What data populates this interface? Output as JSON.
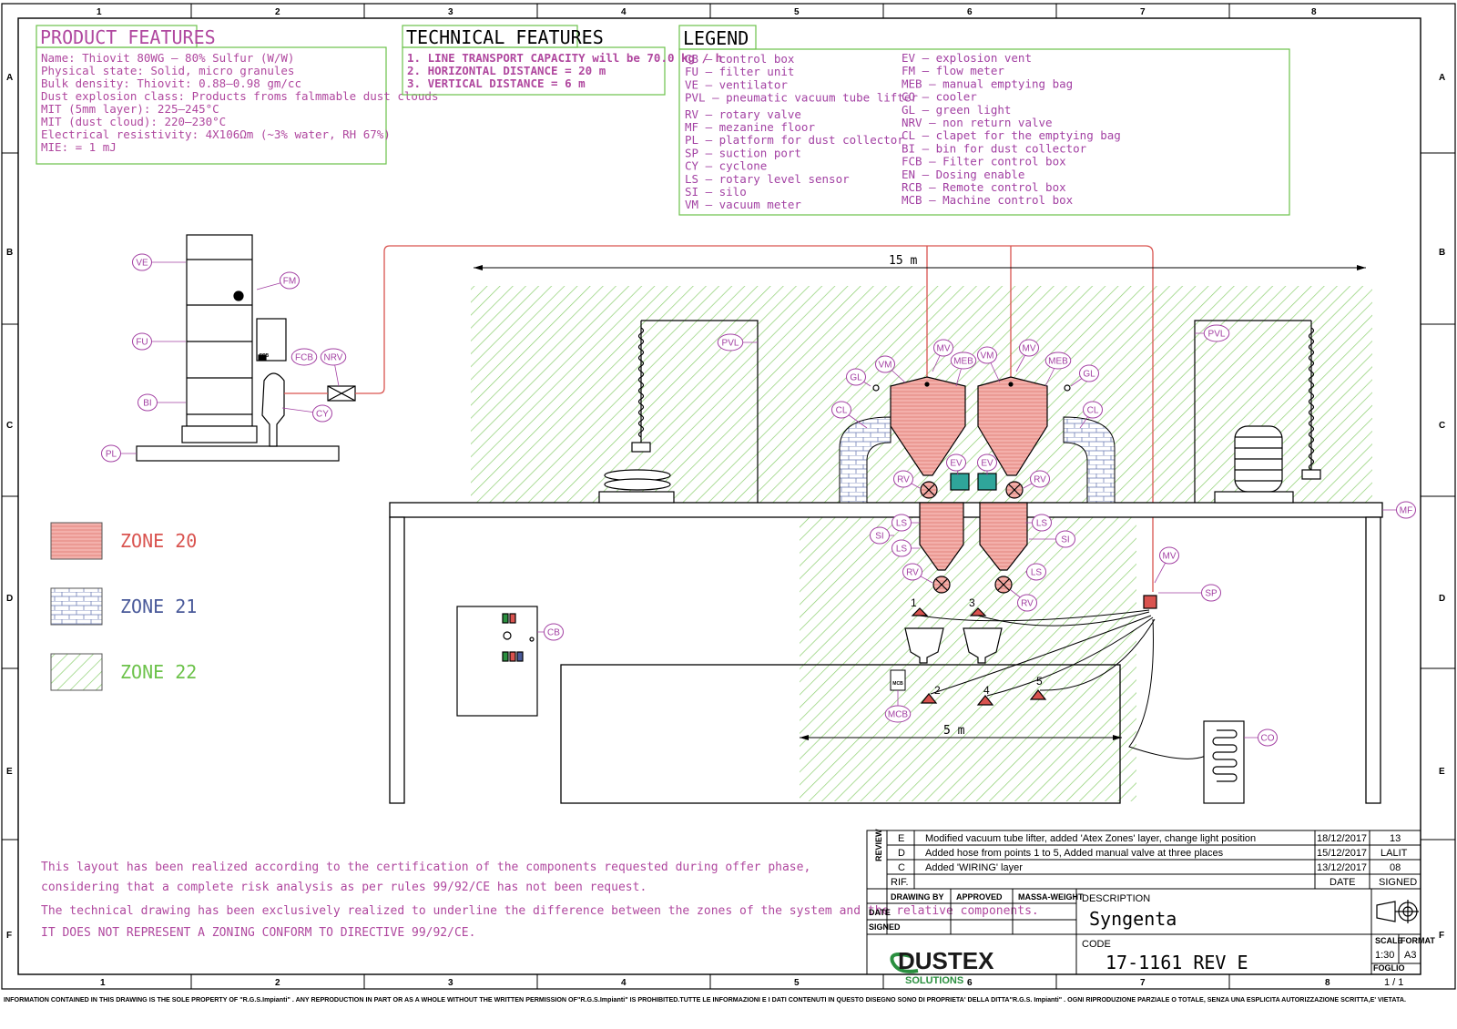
{
  "grid": {
    "columns": [
      "1",
      "2",
      "3",
      "4",
      "5",
      "6",
      "7",
      "8"
    ],
    "rows": [
      "A",
      "B",
      "C",
      "D",
      "E",
      "F"
    ]
  },
  "product_features": {
    "title": "PRODUCT FEATURES",
    "lines": [
      "Name: Thiovit 80WG – 80% Sulfur (W/W)",
      "Physical state: Solid, micro granules",
      "Bulk density: Thiovit: 0.88–0.98 gm/cc",
      "Dust explosion class: Products froms falmmable dust clouds",
      "MIT (5mm layer): 225–245°C",
      "MIT (dust cloud): 220–230°C",
      "Electrical resistivity: 4X106Ωm (~3% water, RH 67%)",
      "MIE: = 1 mJ"
    ]
  },
  "technical_features": {
    "title": "TECHNICAL FEATURES",
    "lines": [
      "1. LINE TRANSPORT CAPACITY will be 70.0 kg / h",
      "2. HORIZONTAL DISTANCE = 20 m",
      "3. VERTICAL DISTANCE = 6 m"
    ]
  },
  "legend": {
    "title": "LEGEND",
    "col1": [
      "CB – control box",
      "FU – filter unit",
      "VE – ventilator",
      "PVL – pneumatic vacuum tube lifter",
      "RV – rotary valve",
      "MF – mezanine floor",
      "PL – platform for dust collector",
      "SP – suction port",
      "CY – cyclone",
      "LS – rotary level sensor",
      "SI – silo",
      "VM – vacuum meter"
    ],
    "col2": [
      "EV – explosion vent",
      "FM – flow meter",
      "MEB – manual emptying bag",
      "CO – cooler",
      "GL – green light",
      "NRV – non return valve",
      "CL – clapet for the emptying bag",
      "BI – bin for dust collector",
      "FCB – Filter control box",
      "EN – Dosing enable",
      "RCB – Remote control box",
      "MCB – Machine control box"
    ]
  },
  "zones": [
    {
      "label": "ZONE 20",
      "color": "#d9534f"
    },
    {
      "label": "ZONE 21",
      "color": "#4a5a9a"
    },
    {
      "label": "ZONE 22",
      "color": "#6cc24a"
    }
  ],
  "dimensions": {
    "top": "15 m",
    "bottom": "5 m"
  },
  "point_numbers": [
    "1",
    "2",
    "3",
    "4",
    "5"
  ],
  "tags": {
    "ve": "VE",
    "fm": "FM",
    "fu": "FU",
    "fcb": "FCB",
    "nrv": "NRV",
    "bi": "BI",
    "cy": "CY",
    "pl": "PL",
    "pvl1": "PVL",
    "pvl2": "PVL",
    "vm1": "VM",
    "vm2": "VM",
    "mv1": "MV",
    "mv2": "MV",
    "mv3": "MV",
    "meb1": "MEB",
    "meb2": "MEB",
    "gl1": "GL",
    "gl2": "GL",
    "cl1": "CL",
    "cl2": "CL",
    "ev1": "EV",
    "ev2": "EV",
    "rv1": "RV",
    "rv2": "RV",
    "rv3": "RV",
    "rv4": "RV",
    "ls1": "LS",
    "ls2": "LS",
    "ls3": "LS",
    "ls4": "LS",
    "si1": "SI",
    "si2": "SI",
    "mf": "MF",
    "sp": "SP",
    "cb": "CB",
    "mcb": "MCB",
    "co": "CO",
    "fcb_small": "FCB",
    "mcb_small": "MCB"
  },
  "notes": [
    "This layout has been realized according to the certification of the components requested during offer phase,",
    "considering that a complete risk analysis as per rules 99/92/CE has not been request.",
    "The technical drawing has been exclusively realized to underline the difference between the zones of the system and the relative components.",
    "IT DOES NOT REPRESENT A ZONING CONFORM TO DIRECTIVE 99/92/CE."
  ],
  "title_block": {
    "review_label": "REVIEW",
    "revisions": [
      {
        "rev": "E",
        "text": "Modified vacuum tube lifter, added 'Atex Zones' layer, change light position",
        "date": "18/12/2017",
        "signed": "13"
      },
      {
        "rev": "D",
        "text": "Added hose from points 1 to 5, Added manual valve at three places",
        "date": "15/12/2017",
        "signed": "LALIT"
      },
      {
        "rev": "C",
        "text": "Added 'WIRING' layer",
        "date": "13/12/2017",
        "signed": "08"
      }
    ],
    "rif_label": "RIF.",
    "date_label": "DATE",
    "signed_label": "SIGNED",
    "drawing_by": "DRAWING BY",
    "approved": "APPROVED",
    "massa": "MASSA-WEIGHT",
    "date_row": "DATE",
    "signed_row": "SIGNED",
    "description_label": "DESCRIPTION",
    "description": "Syngenta",
    "code_label": "CODE",
    "code": "17-1161 REV E",
    "scale_label": "SCALE",
    "scale": "1:30",
    "format_label": "FORMAT",
    "format": "A3",
    "foglio_label": "FOGLIO",
    "foglio": "1 / 1",
    "logo_main": "DUSTEX",
    "logo_sub": "SOLUTIONS"
  },
  "footer": "INFORMATION CONTAINED IN THIS DRAWING IS THE SOLE PROPERTY OF  \"R.G.S.Impianti\" . ANY  REPRODUCTION IN PART OR AS A  WHOLE WITHOUT THE WRITTEN PERMISSION  OF\"R.G.S.Impianti\"  IS PROHIBITED.TUTTE LE INFORMAZIONI E I DATI CONTENUTI IN QUESTO DISEGNO SONO DI PROPRIETA' DELLA DITTA\"R.G.S. Impianti\" . OGNI RIPRODUZIONE PARZIALE O TOTALE, SENZA UNA ESPLICITA AUTORIZZAZIONE SCRITTA,E' VIETATA."
}
